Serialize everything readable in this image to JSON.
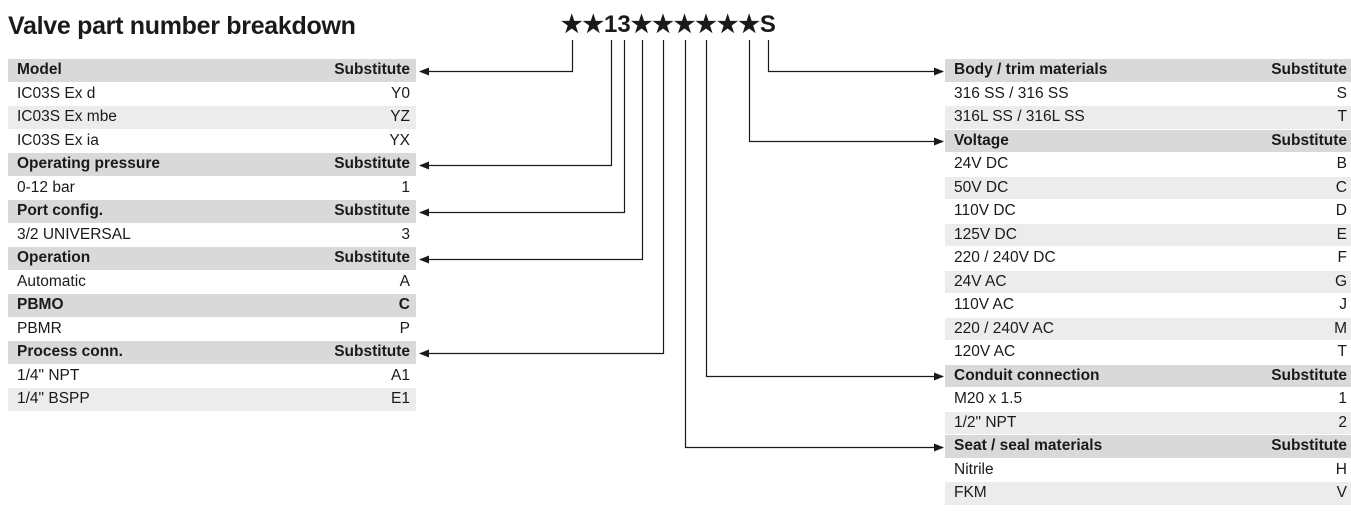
{
  "title": "Valve part number breakdown",
  "code": {
    "characters": [
      "★",
      "★",
      "1",
      "3",
      "★",
      "★",
      "★",
      "★",
      "★",
      "★",
      "S"
    ]
  },
  "left_table": {
    "rows": [
      {
        "type": "header",
        "label": "Model",
        "value": "Substitute"
      },
      {
        "type": "row",
        "label": "IC03S Ex d",
        "value": "Y0"
      },
      {
        "type": "row",
        "label": "IC03S Ex mbe",
        "value": "YZ"
      },
      {
        "type": "row",
        "label": "IC03S Ex ia",
        "value": "YX"
      },
      {
        "type": "header",
        "label": "Operating pressure",
        "value": "Substitute"
      },
      {
        "type": "row",
        "label": "0-12 bar",
        "value": "1"
      },
      {
        "type": "header",
        "label": "Port config.",
        "value": "Substitute"
      },
      {
        "type": "row",
        "label": "3/2 UNIVERSAL",
        "value": "3"
      },
      {
        "type": "header",
        "label": "Operation",
        "value": "Substitute"
      },
      {
        "type": "row",
        "label": "Automatic",
        "value": "A"
      },
      {
        "type": "header",
        "label": "PBMO",
        "value": "C"
      },
      {
        "type": "row",
        "label": "PBMR",
        "value": "P"
      },
      {
        "type": "header",
        "label": "Process conn.",
        "value": "Substitute"
      },
      {
        "type": "row",
        "label": "1/4\" NPT",
        "value": "A1"
      },
      {
        "type": "row",
        "label": "1/4\" BSPP",
        "value": "E1"
      }
    ]
  },
  "right_table": {
    "rows": [
      {
        "type": "header",
        "label": "Body / trim materials",
        "value": "Substitute"
      },
      {
        "type": "row",
        "label": "316 SS / 316 SS",
        "value": "S"
      },
      {
        "type": "row",
        "label": "316L SS / 316L SS",
        "value": "T"
      },
      {
        "type": "header",
        "label": "Voltage",
        "value": "Substitute"
      },
      {
        "type": "row",
        "label": "24V DC",
        "value": "B"
      },
      {
        "type": "row",
        "label": "50V DC",
        "value": "C"
      },
      {
        "type": "row",
        "label": "110V DC",
        "value": "D"
      },
      {
        "type": "row",
        "label": "125V DC",
        "value": "E"
      },
      {
        "type": "row",
        "label": "220 / 240V DC",
        "value": "F"
      },
      {
        "type": "row",
        "label": "24V AC",
        "value": "G"
      },
      {
        "type": "row",
        "label": "110V AC",
        "value": "J"
      },
      {
        "type": "row",
        "label": "220 / 240V AC",
        "value": "M"
      },
      {
        "type": "row",
        "label": "120V AC",
        "value": "T"
      },
      {
        "type": "header",
        "label": "Conduit connection",
        "value": "Substitute"
      },
      {
        "type": "row",
        "label": "M20 x 1.5",
        "value": "1"
      },
      {
        "type": "row",
        "label": "1/2\" NPT",
        "value": "2"
      },
      {
        "type": "header",
        "label": "Seat / seal materials",
        "value": "Substitute"
      },
      {
        "type": "row",
        "label": "Nitrile",
        "value": "H"
      },
      {
        "type": "row",
        "label": "FKM",
        "value": "V"
      }
    ]
  },
  "connectors": [
    {
      "from_char": 0,
      "to": "Model",
      "side": "left"
    },
    {
      "from_char": 2,
      "to": "Operating pressure",
      "side": "left"
    },
    {
      "from_char": 3,
      "to": "Port config.",
      "side": "left"
    },
    {
      "from_char": 4,
      "to": "Operation",
      "side": "left"
    },
    {
      "from_char": 5,
      "to": "Process conn.",
      "side": "left"
    },
    {
      "from_char": 10,
      "to": "Body / trim materials",
      "side": "right"
    },
    {
      "from_char": 9,
      "to": "Voltage",
      "side": "right"
    },
    {
      "from_char": 7,
      "to": "Conduit connection",
      "side": "right"
    },
    {
      "from_char": 6,
      "to": "Seat / seal materials",
      "side": "right"
    }
  ]
}
